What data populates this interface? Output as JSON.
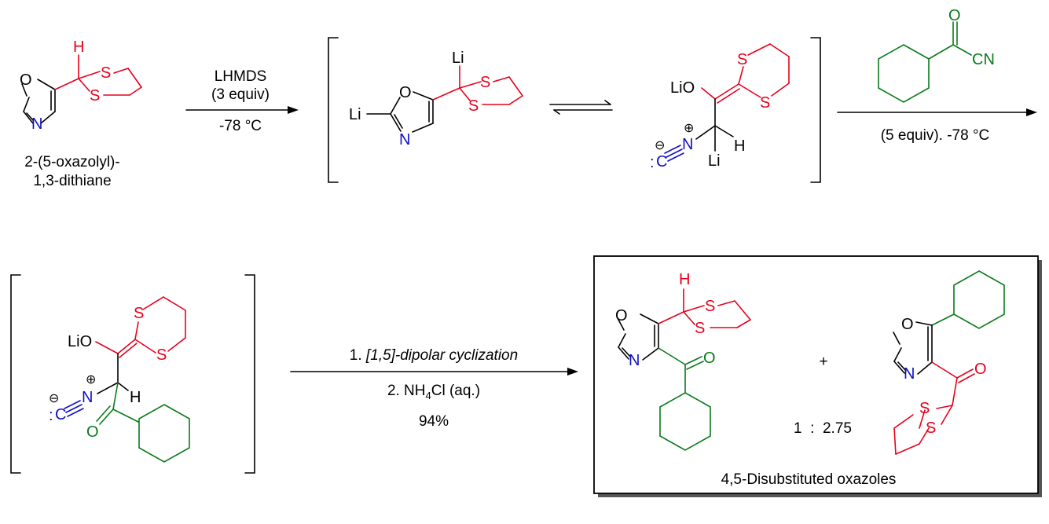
{
  "colors": {
    "black": "#000000",
    "red": "#e8001c",
    "green": "#0a7a1a",
    "blue": "#1010c8"
  },
  "starting_material": {
    "name_line1": "2-(5-oxazolyl)-",
    "name_line2": "1,3-dithiane"
  },
  "step1": {
    "reagent": "LHMDS",
    "equiv": "(3 equiv)",
    "temp": "-78 °C"
  },
  "step2": {
    "conditions": "(5 equiv). -78 °C",
    "reagent_group": "CN"
  },
  "step3": {
    "line1_prefix": "1. ",
    "line1_italic": "[1,5]-dipolar cyclization",
    "line2_prefix": "2. NH",
    "line2_sub": "4",
    "line2_suffix": "Cl (aq.)",
    "yield": "94%"
  },
  "products": {
    "plus": "+",
    "ratio": "1  :  2.75",
    "caption": "4,5-Disubstituted oxazoles"
  },
  "atoms": {
    "H": "H",
    "O": "O",
    "N": "N",
    "S": "S",
    "Li": "Li",
    "LiO": "LiO",
    "C": "C",
    "plus": "⊕",
    "minus": "⊖",
    "lone_pair": ":"
  }
}
